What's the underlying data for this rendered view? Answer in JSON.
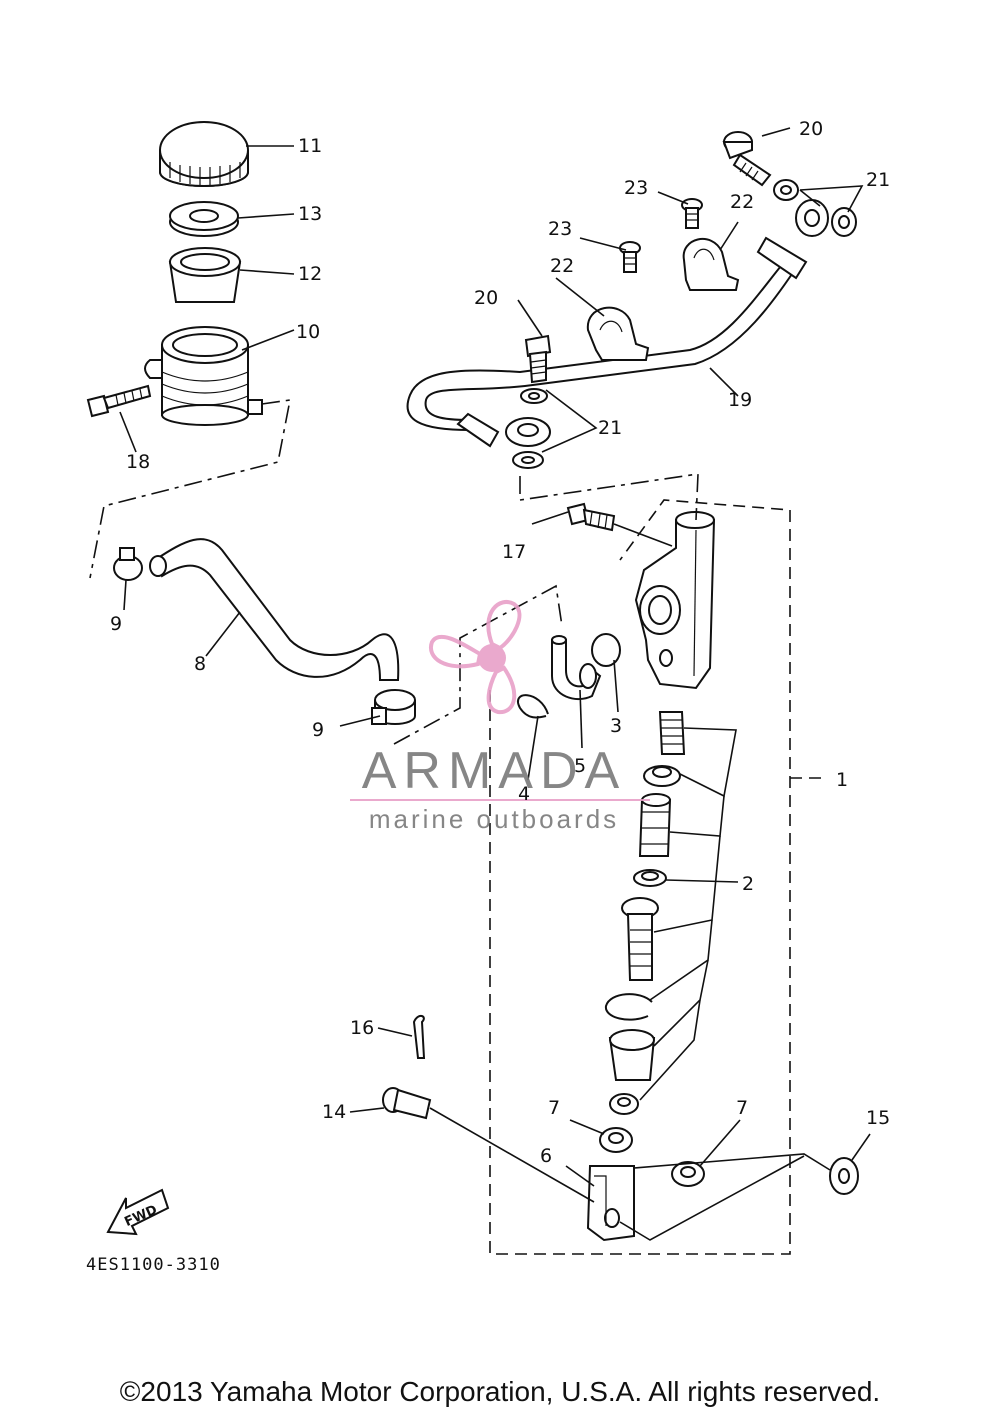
{
  "labels": {
    "l1": "1",
    "l2": "2",
    "l3": "3",
    "l4": "4",
    "l5": "5",
    "l6": "6",
    "l7a": "7",
    "l7b": "7",
    "l8": "8",
    "l9a": "9",
    "l9b": "9",
    "l10": "10",
    "l11": "11",
    "l12": "12",
    "l13": "13",
    "l14": "14",
    "l15": "15",
    "l16": "16",
    "l17": "17",
    "l18": "18",
    "l19": "19",
    "l20a": "20",
    "l20b": "20",
    "l21a": "21",
    "l21b": "21",
    "l22a": "22",
    "l22b": "22",
    "l23a": "23",
    "l23b": "23"
  },
  "diagram_code": "4ES1100-3310",
  "fwd_arrow": "FWD",
  "watermark": {
    "title": "ARMADA",
    "subtitle": "marine outboards",
    "title_color": "#7a7a7a",
    "accent_color": "#e8a0c8"
  },
  "copyright": "©2013 Yamaha Motor Corporation, U.S.A. All rights reserved."
}
